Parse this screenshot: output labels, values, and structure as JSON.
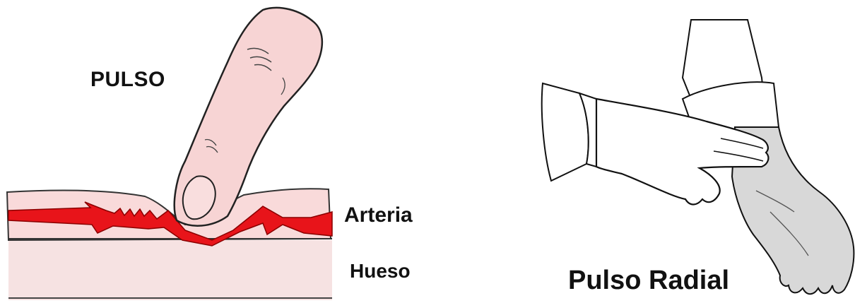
{
  "left_diagram": {
    "title": "PULSO",
    "labels": {
      "artery": "Arteria",
      "bone": "Hueso"
    },
    "colors": {
      "finger": "#f7d4d4",
      "tissue": "#f9dada",
      "bone": "#f6e2e2",
      "artery": "#e8141a",
      "outline": "#222222"
    }
  },
  "right_diagram": {
    "caption": "Pulso Radial",
    "colors": {
      "patient_hand": "#d8d8d8",
      "outline": "#111111"
    }
  }
}
